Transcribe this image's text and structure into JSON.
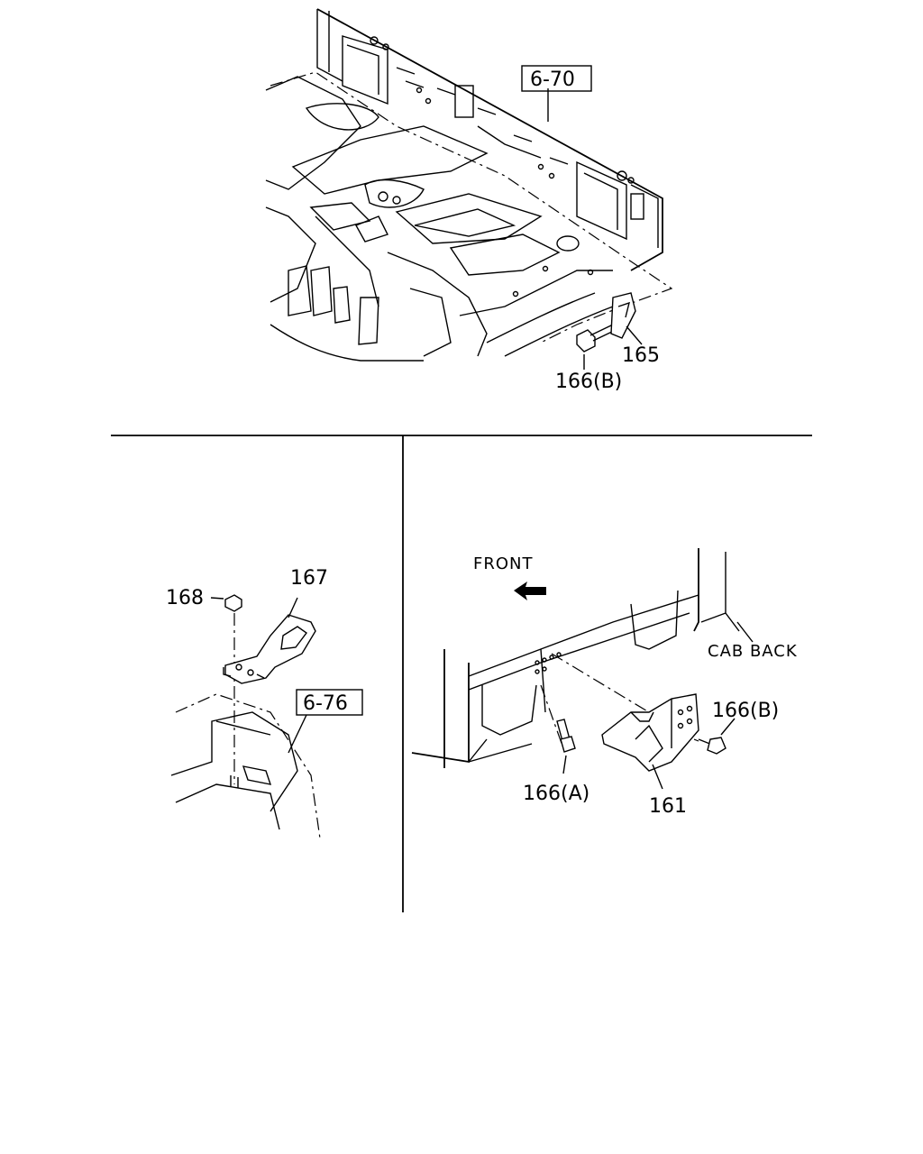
{
  "callouts": {
    "ref_top": "6-70",
    "ref_left": "6-76",
    "part_165": "165",
    "part_166b_top": "166(B)",
    "part_167": "167",
    "part_168": "168",
    "part_166b_right": "166(B)",
    "part_166a": "166(A)",
    "part_161": "161"
  },
  "annotations": {
    "front": "FRONT",
    "cab_back": "CAB BACK"
  }
}
